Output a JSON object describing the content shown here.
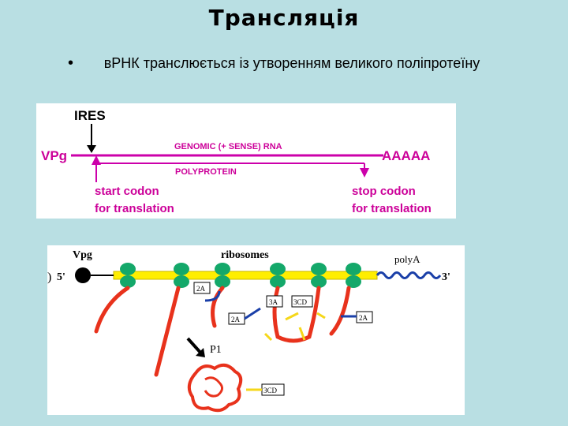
{
  "slide": {
    "title": "Трансляція",
    "bullet": "вРНК транслюється із утворенням великого поліпротеїну"
  },
  "diagram_top": {
    "ires": "IRES",
    "vpg": "VPg",
    "rna_label": "GENOMIC (+ SENSE) RNA",
    "polya": "AAAAA",
    "polyprotein": "POLYPROTEIN",
    "start_line1": "start codon",
    "start_line2": "for translation",
    "stop_line1": "stop codon",
    "stop_line2": "for translation",
    "colors": {
      "rna": "#cc00aa",
      "text": "#cc0099",
      "arrow": "#000000"
    }
  },
  "diagram_bottom": {
    "paren": ")",
    "vpg": "Vpg",
    "ribosomes": "ribosomes",
    "polya": "polyA",
    "five_prime": "5'",
    "three_prime": "3'",
    "label_2a_1": "2A",
    "label_2a_2": "2A",
    "label_3a": "3A",
    "label_3cd_1": "3CD",
    "label_2a_3": "2A",
    "label_p1": "P1",
    "label_3cd_2": "3CD",
    "colors": {
      "rna_bar": "#ffee00",
      "ribosome": "#14a86a",
      "peptide": "#e8321c",
      "arrow_yellow": "#f5d71a",
      "arrow_blue": "#1a3fa8"
    }
  }
}
